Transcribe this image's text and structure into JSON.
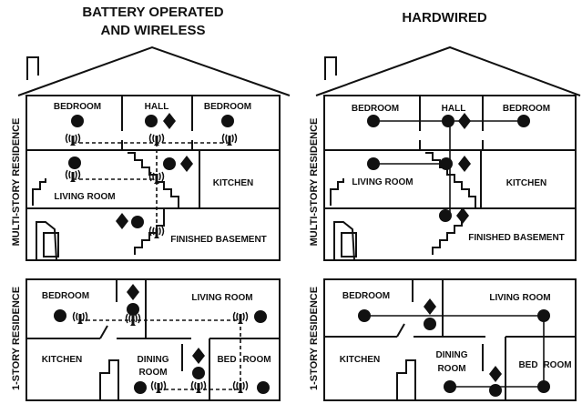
{
  "headings": {
    "battery_line1": "BATTERY OPERATED",
    "battery_line2": "AND WIRELESS",
    "hardwired": "HARDWIRED"
  },
  "side_labels": {
    "multi": "MULTI-STORY RESIDENCE",
    "single": "1-STORY RESIDENCE"
  },
  "rooms": {
    "bedroom": "BEDROOM",
    "hall": "HALL",
    "kitchen": "KITCHEN",
    "living_room": "LIVING ROOM",
    "finished_basement": "FINISHED BASEMENT",
    "dining": "DINING",
    "room": "ROOM",
    "bed": "BED",
    "room_upper": "ROOM"
  },
  "icons": {
    "smoke_alarm": "filled-circle-icon",
    "co_alarm": "filled-diamond-icon",
    "wireless_signal": "wireless-signal-icon"
  }
}
